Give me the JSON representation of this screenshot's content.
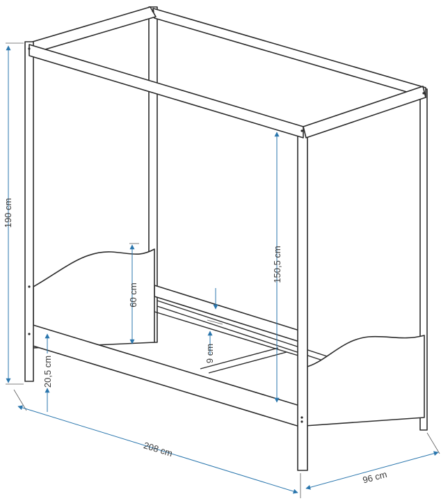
{
  "dimensions": {
    "length": "208 cm",
    "width": "96 cm",
    "total_height": "190 cm",
    "frame_height": "150,5 cm",
    "guard_height": "60 cm",
    "slat_depth": "9 cm",
    "base_height": "20,5 cm"
  },
  "colors": {
    "dimension_line": "#2a76ad",
    "outline": "#2b2b2b",
    "label_text": "#3a3a3a"
  }
}
